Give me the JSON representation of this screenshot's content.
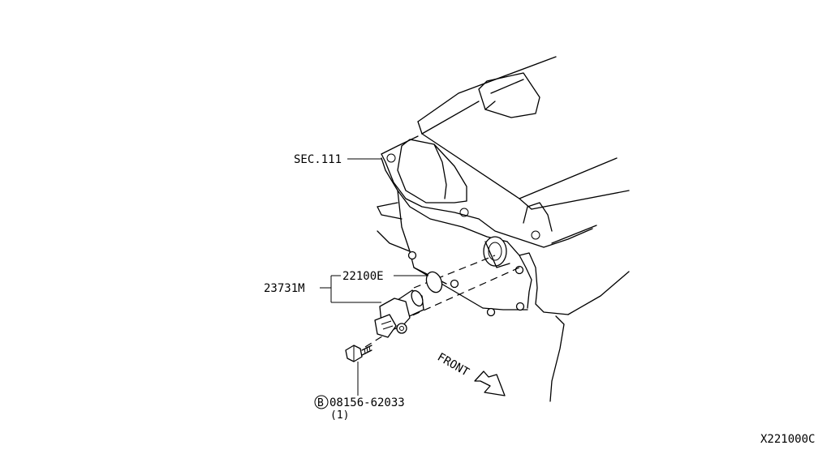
{
  "callouts": {
    "sec": "SEC.111",
    "oring": "22100E",
    "sensor": "23731M",
    "bolt_symbol": "B",
    "bolt_part": "08156-62033",
    "bolt_qty": "(1)",
    "front": "FRONT",
    "diagram_id": "X221000C"
  }
}
